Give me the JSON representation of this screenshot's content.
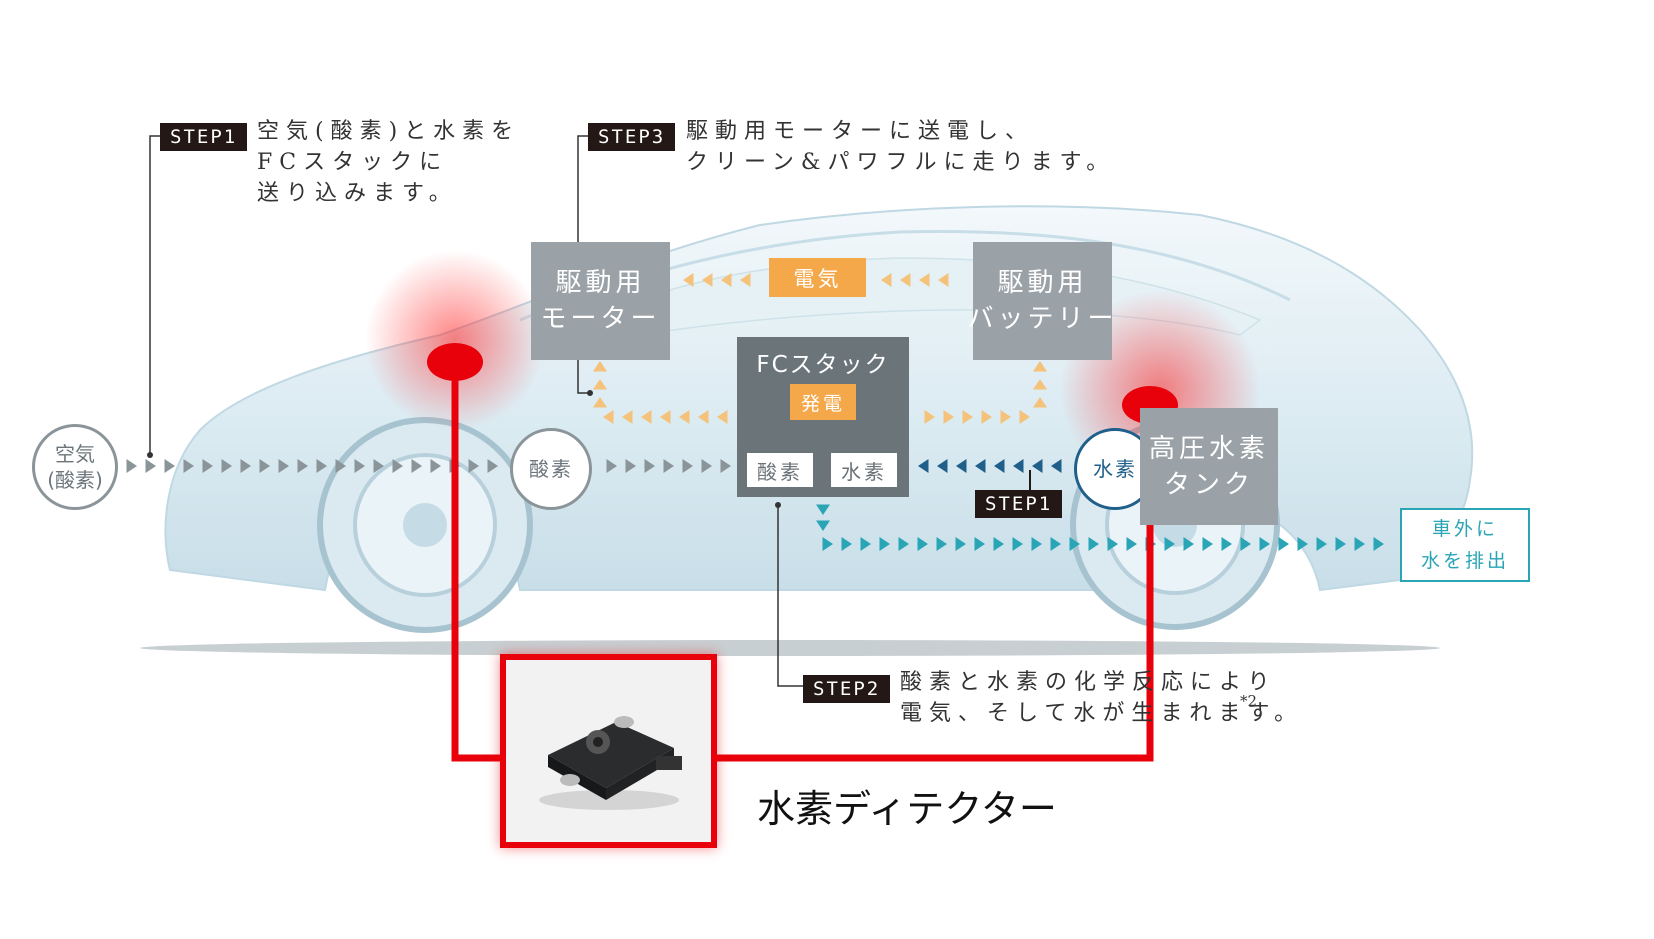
{
  "steps": {
    "step1_top": {
      "badge": "STEP1",
      "text": "空気(酸素)と水素を\nFCスタックに\n送り込みます。"
    },
    "step3": {
      "badge": "STEP3",
      "text": "駆動用モーターに送電し、\nクリーン&パワフルに走ります。"
    },
    "step2": {
      "badge": "STEP2",
      "text": "酸素と水素の化学反応により\n電気、そして水が生まれます。",
      "footnote": "*2"
    },
    "step1_right": {
      "badge": "STEP1"
    }
  },
  "nodes": {
    "air": "空気\n(酸素)",
    "oxygen_circle": "酸素",
    "hydrogen_circle": "水素",
    "motor": "駆動用\nモーター",
    "battery": "駆動用\nバッテリー",
    "tank": "高圧水素\nタンク",
    "electricity": "電気",
    "fc_stack": "FCスタック",
    "generation": "発電",
    "fc_oxygen": "酸素",
    "fc_hydrogen": "水素",
    "exhaust": "車外に\n水を排出"
  },
  "detector": {
    "label": "水素ディテクター"
  },
  "colors": {
    "badge": "#231815",
    "gray_box": "#9aa2a7",
    "orange": "#f4a84a",
    "teal": "#2aa5b5",
    "red": "#e8000a"
  }
}
